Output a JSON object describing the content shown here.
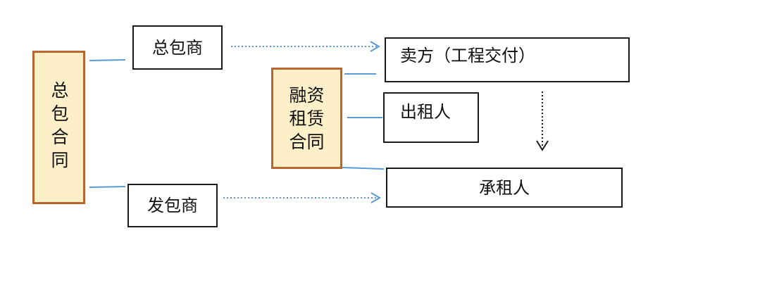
{
  "contracts": {
    "general": {
      "label": "总包合同",
      "border_color": "#b8682e",
      "fill_color": "#fdf0c8"
    },
    "lease": {
      "lines": [
        "融资",
        "租赁",
        "合同"
      ],
      "border_color": "#b8682e",
      "fill_color": "#fdf0c8"
    }
  },
  "parties": {
    "general_contractor": "总包商",
    "employer": "发包商",
    "seller": "卖方（工程交付）",
    "lessor": "出租人",
    "lessee": "承租人"
  },
  "colors": {
    "connector": "#5b9bd5",
    "arrow": "#5b9bd5",
    "border": "#1a1a1a"
  }
}
